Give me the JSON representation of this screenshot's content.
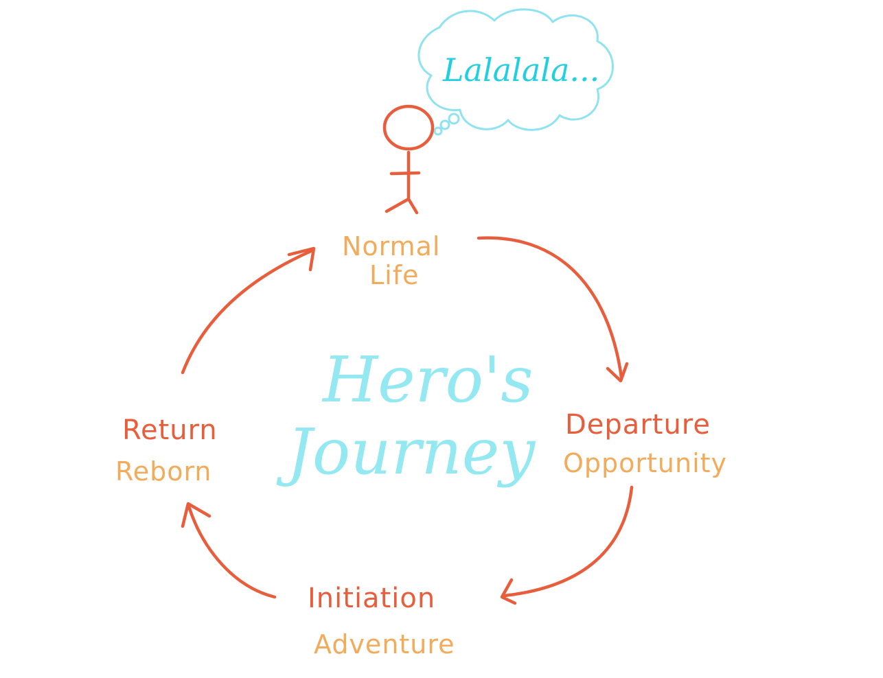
{
  "colors": {
    "red": "#e85d3b",
    "orange": "#f2ab5a",
    "cyan": "#22cfe0",
    "cyan_light": "#8fe3f0",
    "title_cyan": "#93e8f1"
  },
  "thought": "Lalalala...",
  "title": {
    "line1": "Hero's",
    "line2": "Journey"
  },
  "stages": {
    "normal": {
      "line1": "Normal",
      "line2": "Life"
    },
    "departure": {
      "main": "Departure",
      "sub": "Opportunity"
    },
    "initiation": {
      "main": "Initiation",
      "sub": "Adventure"
    },
    "return": {
      "main": "Return",
      "sub": "Reborn"
    }
  }
}
